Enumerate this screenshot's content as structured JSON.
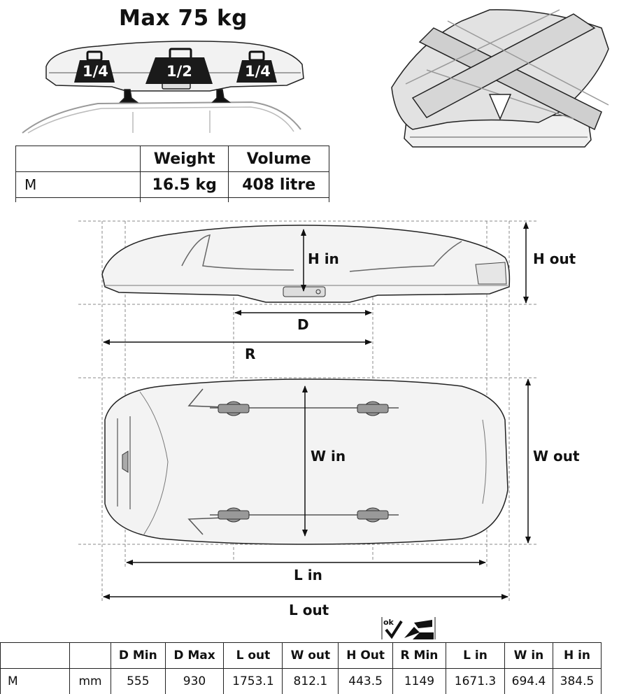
{
  "load": {
    "title": "Max 75 kg",
    "weights": [
      "1/4",
      "1/2",
      "1/4"
    ]
  },
  "spec_table": {
    "headers": [
      "",
      "Weight",
      "Volume"
    ],
    "rows": [
      [
        "M",
        "16.5 kg",
        "408 litre"
      ]
    ]
  },
  "dimension_labels": {
    "h_in": "H in",
    "h_out": "H out",
    "d": "D",
    "r": "R",
    "w_in": "W in",
    "w_out": "W out",
    "l_in": "L in",
    "l_out": "L out"
  },
  "ok_icon_text": "ok",
  "dimension_table": {
    "headers": [
      "",
      "",
      "D Min",
      "D Max",
      "L out",
      "W out",
      "H Out",
      "R Min",
      "L in",
      "W in",
      "H in"
    ],
    "rows": [
      [
        "M",
        "mm",
        "555",
        "930",
        "1753.1",
        "812.1",
        "443.5",
        "1149",
        "1671.3",
        "694.4",
        "384.5"
      ]
    ]
  }
}
